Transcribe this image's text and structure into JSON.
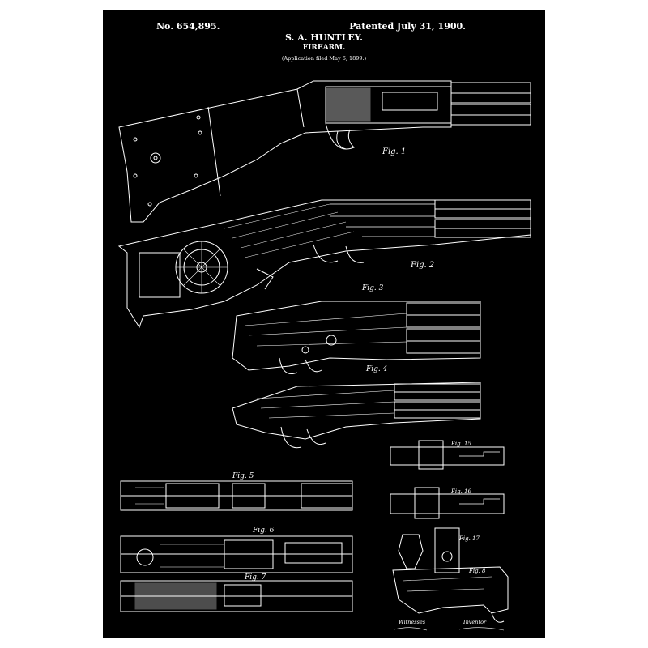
{
  "header": {
    "patent_number": "No. 654,895.",
    "patented": "Patented July 31, 1900.",
    "inventor": "S. A. HUNTLEY.",
    "title": "FIREARM.",
    "application": "(Application filed May 6, 1899.)"
  },
  "figures": {
    "fig1": "Fig. 1",
    "fig2": "Fig. 2",
    "fig3": "Fig. 3",
    "fig4": "Fig. 4",
    "fig5": "Fig. 5",
    "fig6": "Fig. 6",
    "fig7": "Fig. 7",
    "fig8": "Fig. 8",
    "fig15": "Fig. 15",
    "fig16": "Fig. 16",
    "fig17": "Fig. 17"
  },
  "signatures": {
    "witnesses": "Witnesses",
    "inventor": "Inventor"
  },
  "colors": {
    "background": "#000000",
    "line": "#ffffff",
    "frame": "#ffffff"
  }
}
